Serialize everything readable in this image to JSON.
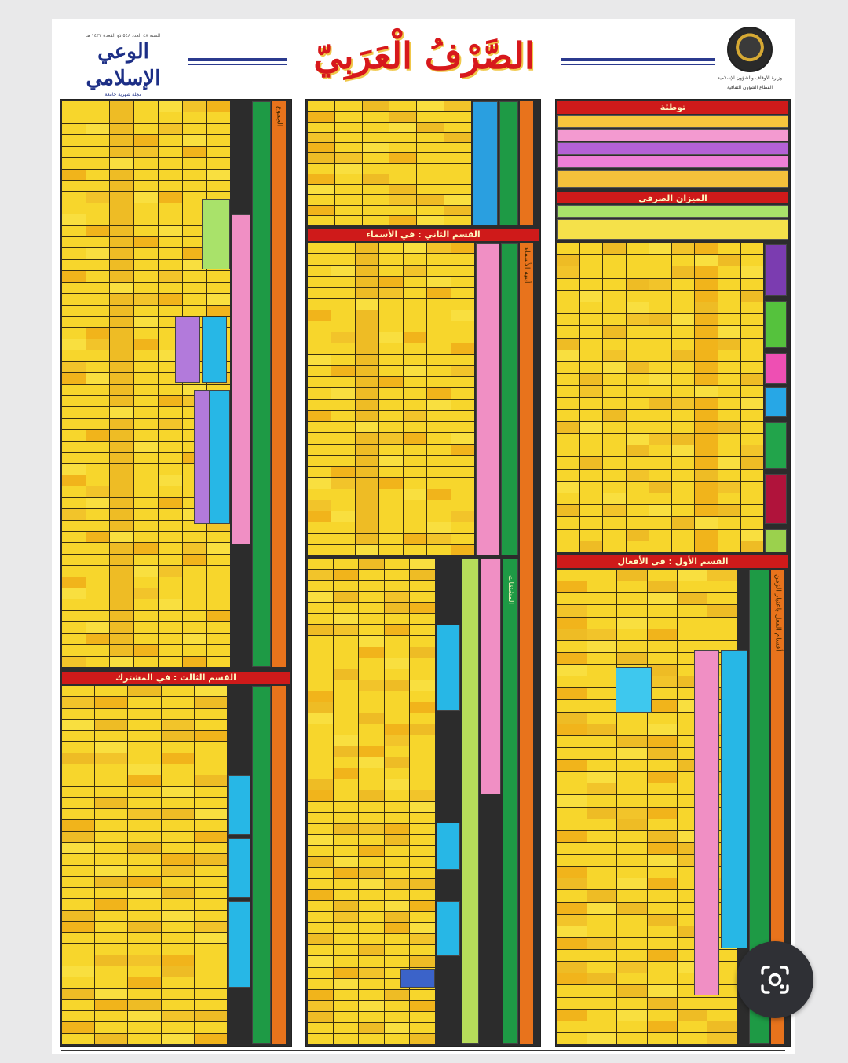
{
  "header": {
    "title": "الصَّرْفُ الْعَرَبِيّ",
    "left_logo": {
      "top_small": "السنة ٤٨ العدد ٥٤٨ ذو القعدة ١٤٣٢ هـ",
      "name": "الوعي الإسلامي",
      "bottom_small": "مجلة شهرية جامعة"
    },
    "right_logo": {
      "line1": "وزارة الأوقاف والشؤون الإسلامية",
      "line2": "القطاع الشؤون الثقافية"
    }
  },
  "sections": {
    "intro": "توطئة",
    "balance": "الميزان الصرفي",
    "verbs": "القسم الأول : في الأفعال",
    "nouns": "القسم الثاني : في الأسماء",
    "shared": "القسم الثالث : في المشترك"
  },
  "strips": {
    "right_col": "أقسام الفعل باعتبار الزمن",
    "middle_top": "أبنية الأسماء",
    "middle_bottom": "المشتقات",
    "left_col": "الجموع"
  },
  "lens_button": {
    "label": "Google Lens",
    "icon": "camera-search-icon"
  },
  "colors": {
    "cell_yellow": "#f7d62c",
    "cell_orange": "#f1b41b",
    "band_red": "#cf1a1a",
    "strip_green": "#1e9a45",
    "strip_orange": "#e8731c",
    "strip_pink": "#f08fc4",
    "strip_cyan": "#27b7e6",
    "strip_purple": "#7b3cb0",
    "header_blue": "#2b3a8e"
  }
}
